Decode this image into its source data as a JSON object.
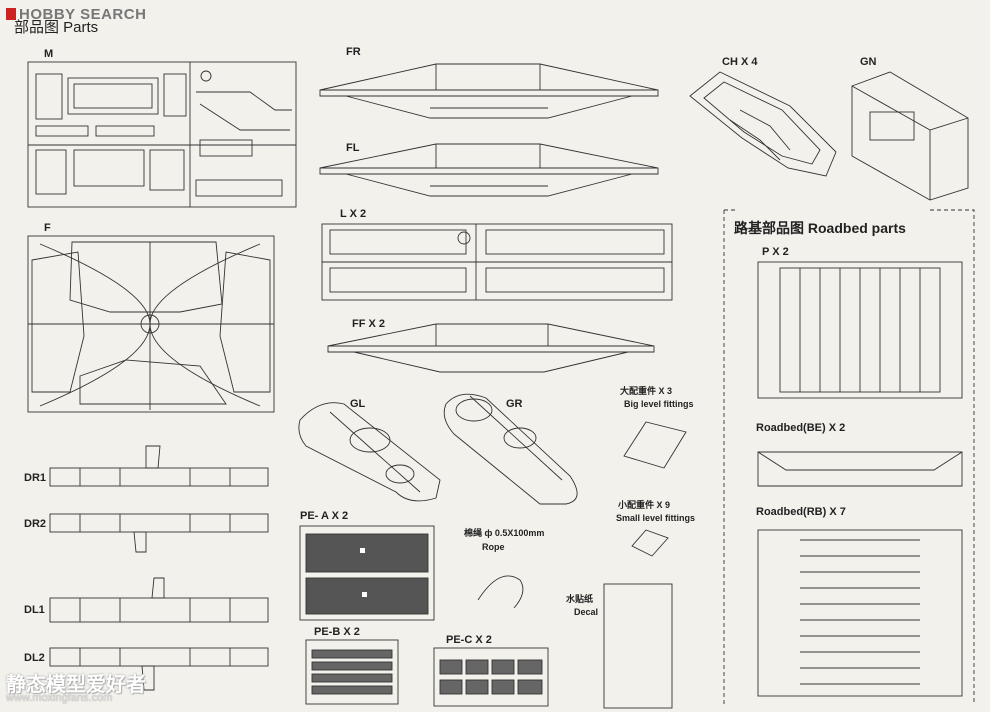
{
  "header": {
    "brand": "HOBBY SEARCH",
    "title": "部品图   Parts"
  },
  "parts": {
    "M": "M",
    "FR": "FR",
    "FL": "FL",
    "CH": "CH X 4",
    "GN": "GN",
    "F": "F",
    "LX": "L X 2",
    "FF": "FF X 2",
    "GL": "GL",
    "GR": "GR",
    "DR1": "DR1",
    "DR2": "DR2",
    "DL1": "DL1",
    "DL2": "DL2",
    "PEA": "PE- A X 2",
    "PEB": "PE-B X 2",
    "PEC": "PE-C X 2"
  },
  "fittings": {
    "big_cn": "大配重件  X 3",
    "big_en": "Big level fittings",
    "small_cn": "小配重件  X 9",
    "small_en": "Small level fittings",
    "rope_cn": "棉绳  ф 0.5X100mm",
    "rope_en": "Rope",
    "decal_cn": "水贴纸",
    "decal_en": "Decal"
  },
  "roadbed": {
    "title": "路基部品图  Roadbed parts",
    "PX": "P X 2",
    "BE": "Roadbed(BE)  X 2",
    "RB": "Roadbed(RB)  X 7"
  },
  "watermark": {
    "cn": "静态模型爱好者",
    "url": "www.moxingfans.com"
  }
}
